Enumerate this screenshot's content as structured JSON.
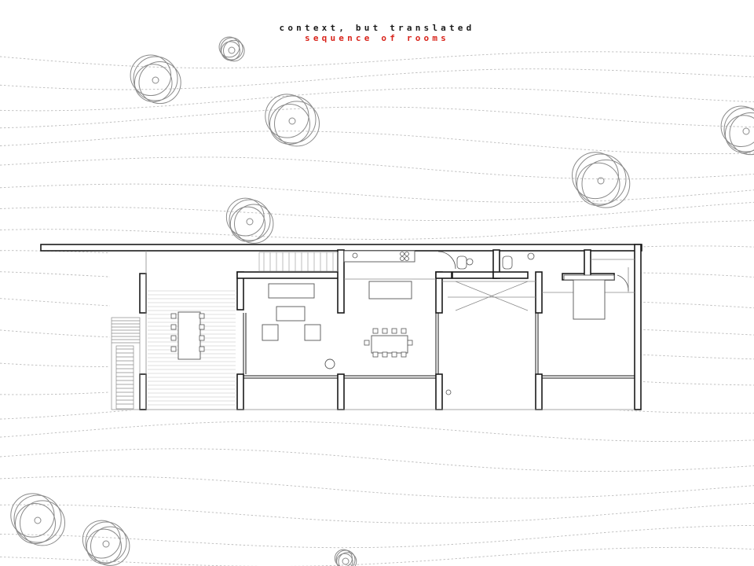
{
  "header": {
    "title": "context, but translated",
    "subtitle": "sequence of rooms"
  },
  "colors": {
    "ink": "#1a1a1a",
    "accent": "#d9241b",
    "contour": "#bdbdbd",
    "fine_line": "#8a8a8a"
  },
  "drawing": {
    "kind": "site floor plan",
    "elements": [
      "contour-lines",
      "trees",
      "house-floor-plan",
      "terrace",
      "stair",
      "furniture"
    ]
  }
}
